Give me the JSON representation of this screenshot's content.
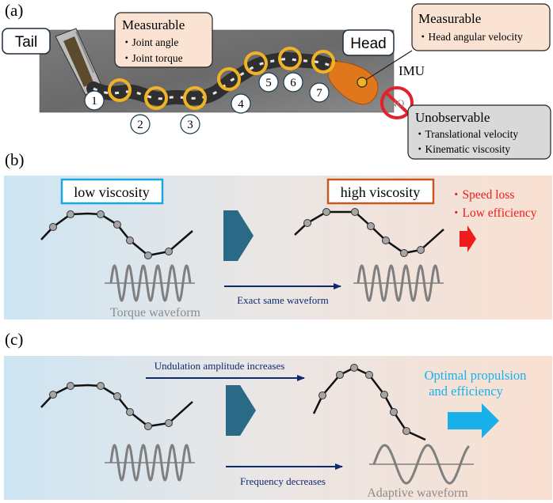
{
  "panel_a": {
    "label": "(a)",
    "tail_label": "Tail",
    "head_label": "Head",
    "measurable_left": {
      "title": "Measurable",
      "items": [
        "・Joint angle",
        "・Joint torque"
      ]
    },
    "measurable_right": {
      "title": "Measurable",
      "items": [
        "・Head angular velocity"
      ]
    },
    "imu_label": "IMU",
    "no_label": "NO",
    "unobservable": {
      "title": "Unobservable",
      "items": [
        "・Translational velocity",
        "・Kinematic viscosity"
      ]
    },
    "joints": [
      "1",
      "2",
      "3",
      "4",
      "5",
      "6",
      "7"
    ]
  },
  "panel_b": {
    "label": "(b)",
    "low_viscosity": "low viscosity",
    "high_viscosity": "high viscosity",
    "effects": [
      "・Speed loss",
      "・Low efficiency"
    ],
    "torque_caption": "Torque waveform",
    "same_caption": "Exact same waveform"
  },
  "panel_c": {
    "label": "(c)",
    "amplitude_caption": "Undulation amplitude increases",
    "frequency_caption": "Frequency decreases",
    "adaptive_caption": "Adaptive waveform",
    "outcome": [
      "Optimal propulsion",
      "and efficiency"
    ]
  },
  "colors": {
    "measurable_fill": "#fbe3d3",
    "unobservable_fill": "#d9d9d9",
    "joint_ring": "#f0b323",
    "panel_left": "#cfe6f3",
    "panel_right": "#f9e0d2",
    "arrow_teal": "#2b6a86",
    "low_border": "#1ba7dd",
    "high_border": "#c55a20",
    "red": "#ee1c1c",
    "cyan": "#1ab1ea",
    "navy": "#0e2a6e",
    "wave_gray": "#7f7f7f"
  }
}
